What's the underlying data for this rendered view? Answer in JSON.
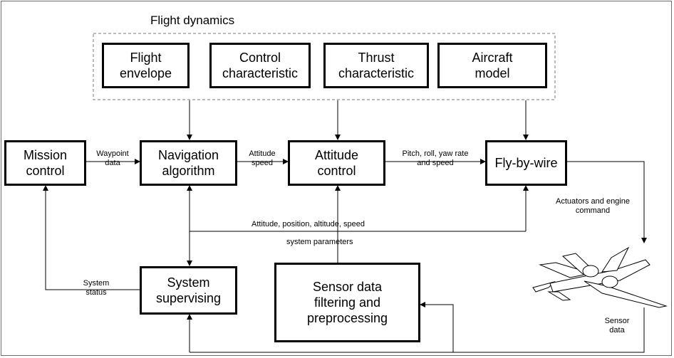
{
  "diagram": {
    "title": "Flight dynamics",
    "blocks": {
      "flight_envelope": "Flight\nenvelope",
      "control_characteristic": "Control\ncharacteristic",
      "thrust_characteristic": "Thrust\ncharacteristic",
      "aircraft_model": "Aircraft\nmodel",
      "mission_control": "Mission\ncontrol",
      "navigation_algorithm": "Navigation\nalgorithm",
      "attitude_control": "Attitude\ncontrol",
      "fly_by_wire": "Fly-by-wire",
      "system_supervising": "System\nsupervising",
      "sensor_data": "Sensor data\nfiltering and\npreprocessing"
    },
    "labels": {
      "waypoint_data": "Waypoint\ndata",
      "attitude_speed": "Attitude\nspeed",
      "pitch_roll_yaw": "Pitch, roll, yaw rate\nand speed",
      "actuators_engine": "Actuators and engine\ncommand",
      "attitude_position": "Attitude, position, altitude, speed",
      "system_parameters": "system  parameters",
      "system_status": "System\nstatus",
      "sensor_data_label": "Sensor\ndata"
    },
    "colors": {
      "line": "#000000",
      "dashed_border": "#777777",
      "frame": "#6e6e6e"
    }
  }
}
